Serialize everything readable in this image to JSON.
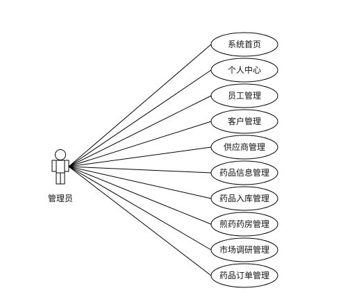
{
  "actor": {
    "label": "管理员"
  },
  "use_cases": [
    {
      "label": "系统首页"
    },
    {
      "label": "个人中心"
    },
    {
      "label": "员工管理"
    },
    {
      "label": "客户管理"
    },
    {
      "label": "供应商管理"
    },
    {
      "label": "药品信息管理"
    },
    {
      "label": "药品入库管理"
    },
    {
      "label": "煎药药房管理"
    },
    {
      "label": "市场调研管理"
    },
    {
      "label": "药品订单管理"
    }
  ]
}
